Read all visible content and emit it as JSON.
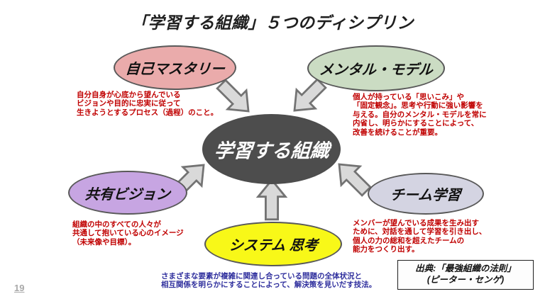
{
  "slide": {
    "title": "「学習する組織」５つのディシプリン",
    "page_number": "19"
  },
  "center_node": {
    "label": "学習する組織",
    "fill": "#4d4d4d",
    "text_color": "#ffffff"
  },
  "colors": {
    "desc_red": "#c00000",
    "desc_blue": "#2e2e9d",
    "arrow_fill": "#d9d9d9",
    "arrow_stroke": "#737373",
    "ellipse_border": "#595959"
  },
  "nodes": {
    "self_mastery": {
      "label": "自己マスタリー",
      "fill": "#eaabab",
      "desc": "自分自身が心底から望んでいる\nビジョンや目的に忠実に従って\n生きようとするプロセス（過程）のこと。"
    },
    "mental_model": {
      "label": "メンタル・モデル",
      "fill": "#cbdcc3",
      "desc": "個人が持っている「思いこみ」や\n「固定観念」。思考や行動に強い影響を\n与える。自分のメンタル・モデルを常に\n内省し、明らかにすることによって、\n改善を続けることが重要。"
    },
    "shared_vision": {
      "label": "共有ビジョン",
      "fill": "#c7a5e2",
      "desc": "組織の中のすべての人々が\n共通して抱いている心のイメージ\n（未来像や目標）。"
    },
    "team_learning": {
      "label": "チーム学習",
      "fill": "#d4d4e2",
      "desc": "メンバーが望んでいる成果を生み出す\nために、対話を通して学習を引き出し、\n個人の力の総和を超えたチームの\n能力をつくり出す。"
    },
    "systems_thinking": {
      "label": "システム 思考",
      "fill": "#f8f818",
      "desc": "さまざまな要素が複雑に関連し合っている問題の全体状況と\n相互関係を明らかにすることによって、解決策を見いだす技法。"
    }
  },
  "source": {
    "line1": "出典:「最強組織の法則」",
    "line2": "(ピーター・センゲ)"
  }
}
